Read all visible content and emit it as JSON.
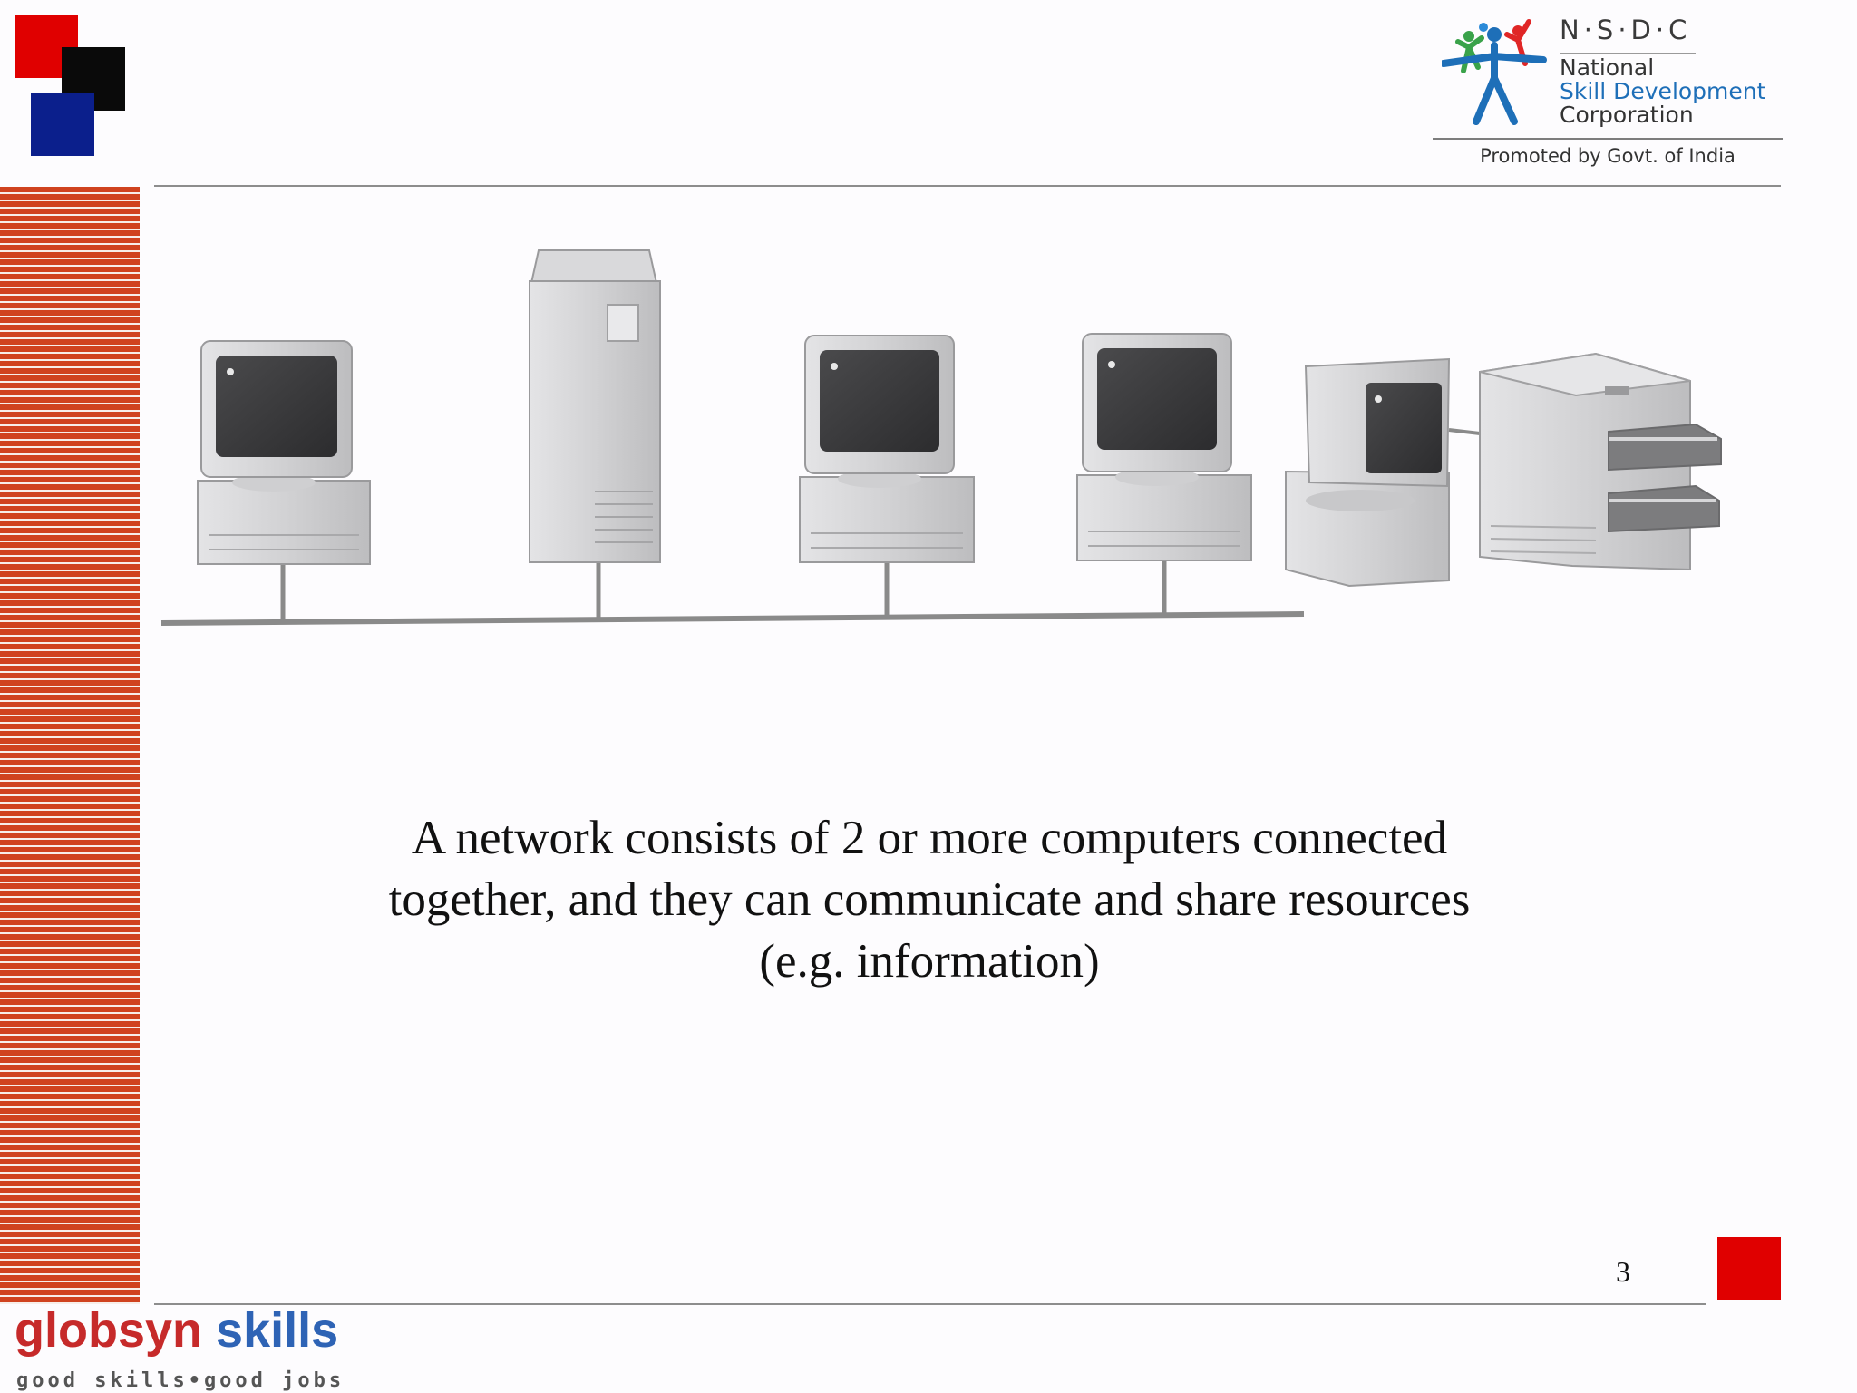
{
  "colors": {
    "accent_red": "#e00000",
    "accent_black": "#0a0a0a",
    "accent_blue": "#0b1f8c",
    "stripe_orange": "#d0431f",
    "nsdc_blue": "#1e6fb8",
    "globsyn_red": "#c62a2a",
    "globsyn_blue": "#2e63b5"
  },
  "header": {
    "corner_logo_icon": "overlapping-squares-logo",
    "nsdc_logo": {
      "icon": "people-figure-icon",
      "acronym": "N·S·D·C",
      "name_line1": "National",
      "name_line2": "Skill Development",
      "name_line3": "Corporation",
      "promoted": "Promoted by Govt. of India"
    }
  },
  "diagram": {
    "devices": [
      "computer",
      "server-tower",
      "computer",
      "computer",
      "computer",
      "printer"
    ]
  },
  "main": {
    "caption": [
      "A network consists of 2 or more computers connected",
      "together, and they can communicate and share resources",
      "(e.g. information)"
    ]
  },
  "footer": {
    "page_number": "3",
    "brand_word1": "globsyn",
    "brand_word2": "skills",
    "tagline": "good skills•good jobs"
  }
}
